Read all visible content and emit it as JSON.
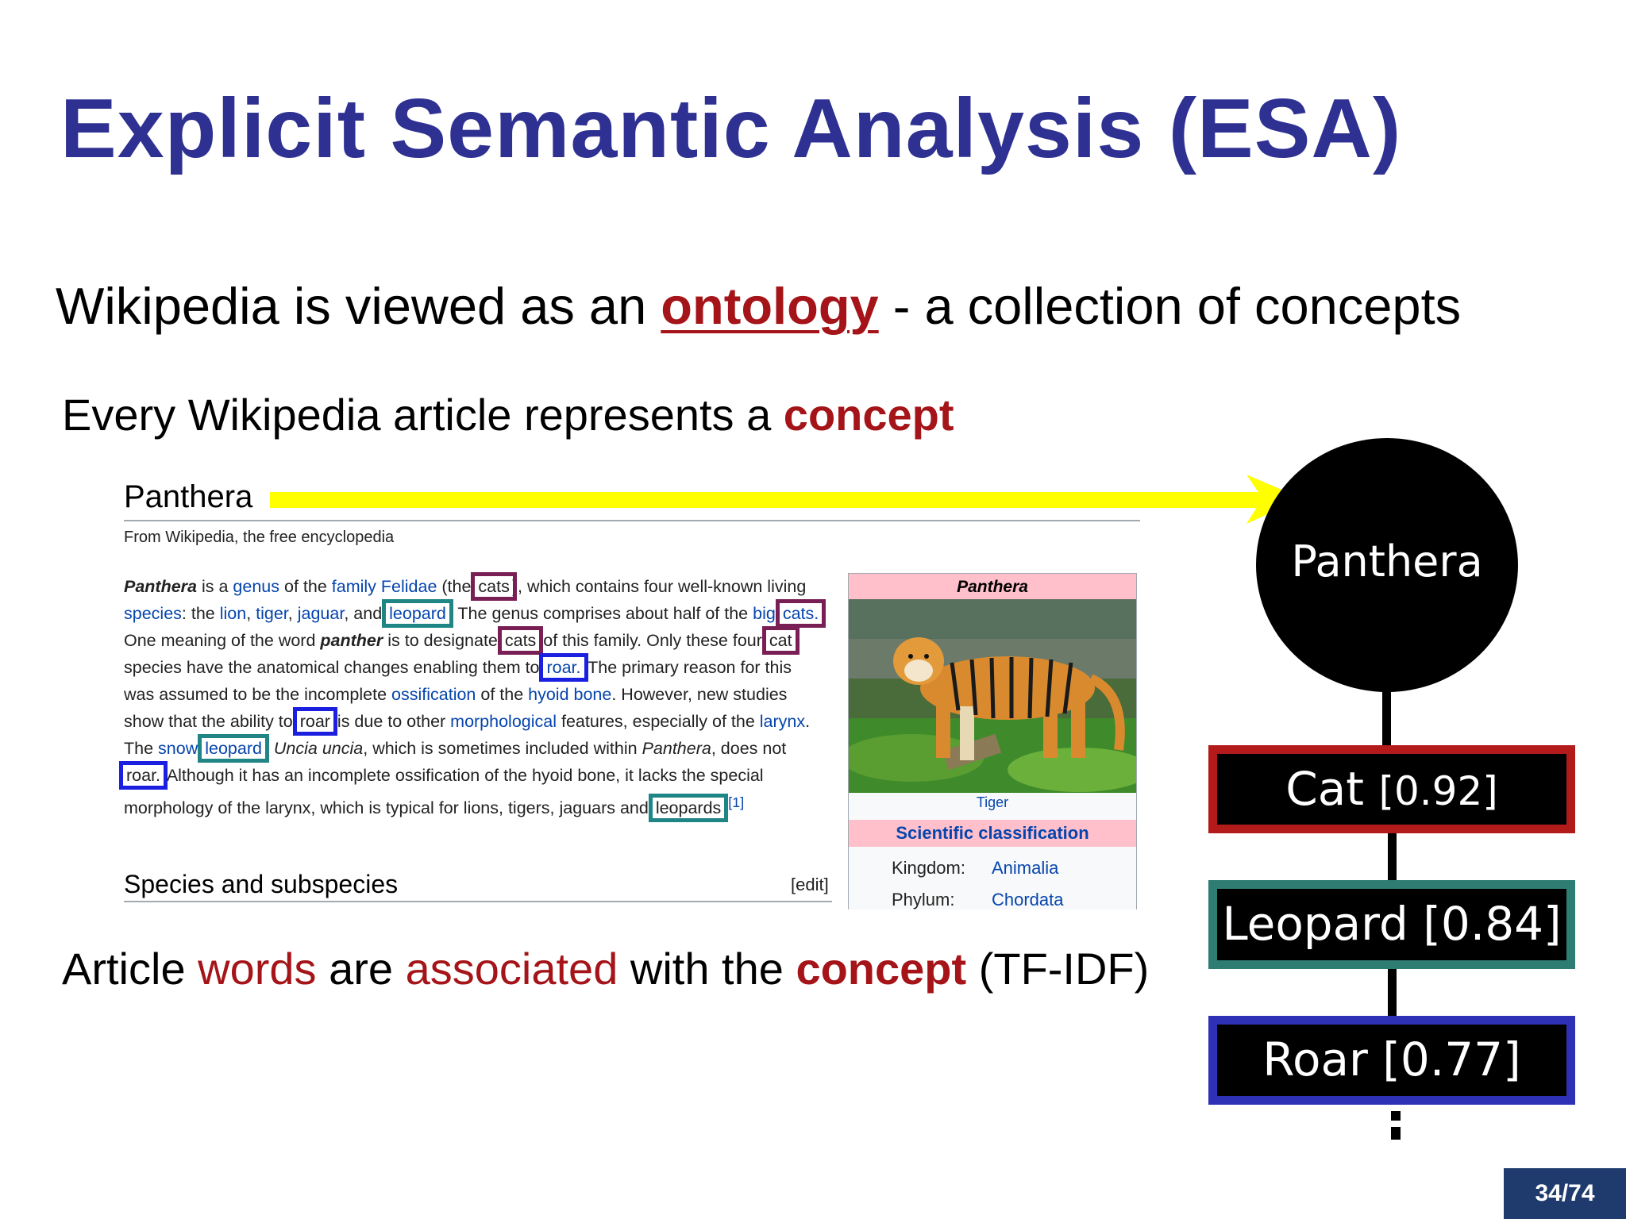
{
  "slide": {
    "title": "Explicit Semantic Analysis (ESA)",
    "line1": {
      "before": "Wikipedia is viewed as an ",
      "highlight": "ontology",
      "after": " - a collection of concepts"
    },
    "line2": {
      "before": "Every Wikipedia article represents a ",
      "highlight": "concept"
    },
    "line3": {
      "p1": "Article ",
      "words": "words",
      "p2": " are ",
      "associated": "associated",
      "p3": " with the ",
      "concept": "concept",
      "p4": " (TF-IDF)"
    },
    "page_number": "34/74"
  },
  "wiki": {
    "title": "Panthera",
    "subtitle": "From Wikipedia, the free encyclopedia",
    "section": "Species and subspecies",
    "edit": "[edit]",
    "body": {
      "t1": "Panthera",
      "t2": " is a ",
      "l_genus": "genus",
      "t3": " of the ",
      "l_family": "family",
      "t4": " ",
      "l_felidae": "Felidae",
      "t5": " (the ",
      "b_cats1": "cats",
      "t6": "), which contains four well-known living ",
      "l_species": "species",
      "t7": ": the ",
      "l_lion": "lion",
      "t8": ", ",
      "l_tiger": "tiger",
      "t9": ", ",
      "l_jaguar": "jaguar",
      "t10": ", and ",
      "b_leopard1": "leopard",
      "t11": ". The genus comprises about half of the ",
      "l_big": "big",
      "t12": " ",
      "b_cats2": "cats.",
      "t13": " One meaning of the word ",
      "t14": "panther",
      "t15": " is to designate ",
      "b_cats3": "cats",
      "t16": " of this family. Only these four ",
      "b_cat4": "cat",
      "t17": " species have the anatomical changes enabling them to ",
      "b_roar1": "roar.",
      "t18": " The primary reason for this was assumed to be the incomplete ",
      "l_ossification": "ossification",
      "t19": " of the ",
      "l_hyoid": "hyoid bone",
      "t20": ". However, new studies show that the ability to ",
      "b_roar2": "roar",
      "t21": " is due to other ",
      "l_morph": "morphological",
      "t22": " features, especially of the ",
      "l_larynx": "larynx",
      "t23": ". The ",
      "l_snow": "snow",
      "t24": " ",
      "b_leopard2": "leopard",
      "t25": ", ",
      "t26": "Uncia uncia",
      "t27": ", which is sometimes included within ",
      "t28": "Panthera",
      "t29": ", does not ",
      "b_roar3": "roar.",
      "t30": " Although it has an incomplete ossification of the hyoid bone, it lacks the special morphology of the larynx, which is typical for lions, tigers, jaguars and ",
      "b_leopards": "leopards",
      "t31": ".",
      "ref": "[1]"
    },
    "infobox": {
      "header": "Panthera",
      "caption": "Tiger",
      "sci": "Scientific classification",
      "rows": [
        {
          "label": "Kingdom:",
          "value": "Animalia"
        },
        {
          "label": "Phylum:",
          "value": "Chordata"
        }
      ]
    }
  },
  "diagram": {
    "concept": "Panthera",
    "items": [
      {
        "word": "Cat",
        "weight": "[0.92]",
        "color": "#b31b1b"
      },
      {
        "word": "Leopard",
        "weight": "[0.84]",
        "color": "#2e7d72"
      },
      {
        "word": "Roar",
        "weight": "[0.77]",
        "color": "#2e31b5"
      }
    ]
  },
  "colors": {
    "title": "#2e3191",
    "accent_red": "#a41418",
    "arrow": "#ffff00",
    "cat_box": "#7a1f55",
    "leopard_box": "#1f8585",
    "roar_box": "#1a1fe0"
  }
}
